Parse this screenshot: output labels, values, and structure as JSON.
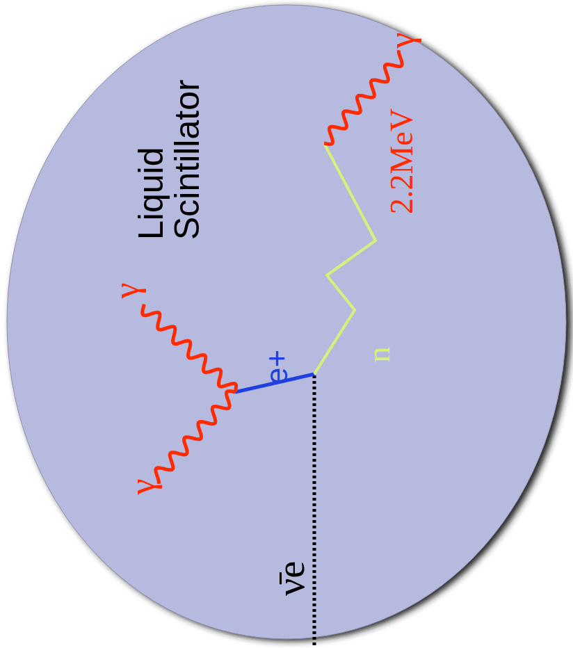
{
  "diagram": {
    "nodes": [
      {
        "text": [
          "Liquid Scintillator"
        ]
      }
    ],
    "labels": [
      "γ",
      "γ",
      "e+",
      "n",
      "γ",
      "2.2MeV",
      "ν̄e"
    ]
  }
}
